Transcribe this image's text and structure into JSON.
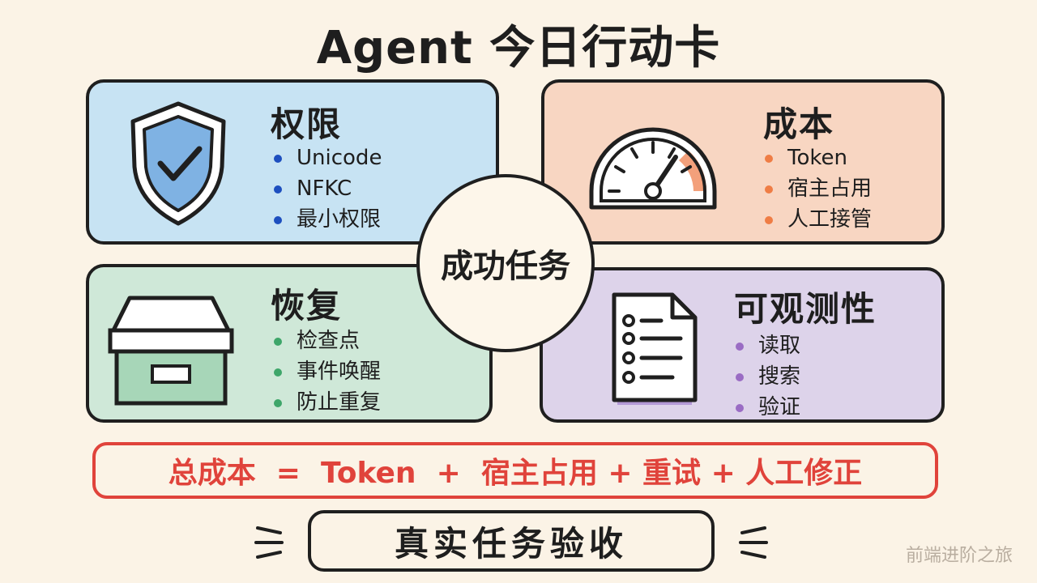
{
  "title": "Agent 今日行动卡",
  "cards": {
    "permissions": {
      "title": "权限",
      "items": [
        "Unicode",
        "NFKC",
        "最小权限"
      ],
      "icon": "shield-check-icon",
      "color": "#c7e3f3"
    },
    "cost": {
      "title": "成本",
      "items": [
        "Token",
        "宿主占用",
        "人工接管"
      ],
      "icon": "gauge-icon",
      "color": "#f8d6c2"
    },
    "recovery": {
      "title": "恢复",
      "items": [
        "检查点",
        "事件唤醒",
        "防止重复"
      ],
      "icon": "storage-box-icon",
      "color": "#cfe8d8"
    },
    "observability": {
      "title": "可观测性",
      "items": [
        "读取",
        "搜索",
        "验证"
      ],
      "icon": "document-list-icon",
      "color": "#ddd3ea"
    }
  },
  "center": "成功任务",
  "formula": "总成本  =  Token  +  宿主占用 + 重试 + 人工修正",
  "formula_color": "#e0433b",
  "verify": "真实任务验收",
  "watermark": "前端进阶之旅"
}
